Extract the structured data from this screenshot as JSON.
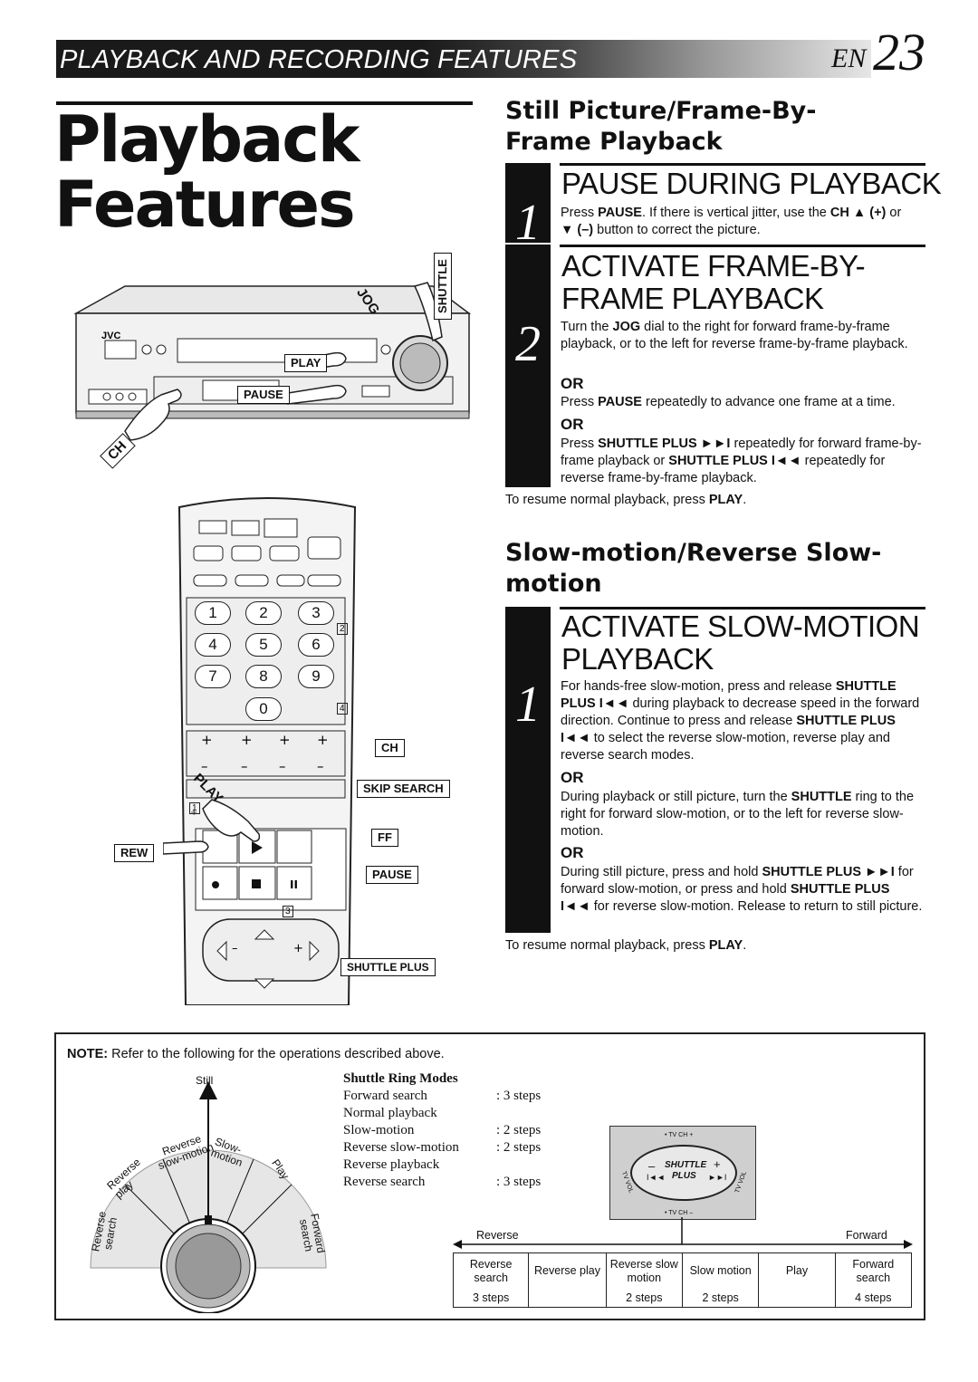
{
  "header": {
    "band_title": "PLAYBACK AND RECORDING FEATURES",
    "page_prefix": "EN",
    "page_number": "23"
  },
  "title": {
    "line1": "Playback",
    "line2": "Features"
  },
  "vcr_labels": {
    "jog": "JOG",
    "shuttle": "SHUTTLE",
    "play": "PLAY",
    "pause": "PAUSE",
    "ch": "CH",
    "brand": "JVC"
  },
  "remote_labels": {
    "ch": "CH",
    "skip_search": "SKIP SEARCH",
    "ff": "FF",
    "rew": "REW",
    "pause": "PAUSE",
    "shuttle_plus": "SHUTTLE PLUS",
    "play": "PLAY",
    "keys": [
      "1",
      "2",
      "3",
      "4",
      "5",
      "6",
      "7",
      "8",
      "9",
      "0"
    ],
    "markers": [
      "2",
      "4",
      "1",
      "3"
    ]
  },
  "section1": {
    "heading_line1": "Still Picture/Frame-By-",
    "heading_line2": "Frame Playback",
    "step1": {
      "number": "1",
      "title": "PAUSE DURING PLAYBACK",
      "text_a": "Press ",
      "text_b": "PAUSE",
      "text_c": ". If there is vertical jitter, use the ",
      "text_d": "CH ▲ (+)",
      "text_e": " or",
      "text_f": "▼ (–)",
      "text_g": " button to correct the picture."
    },
    "step2": {
      "number": "2",
      "title_line1": "ACTIVATE FRAME-BY-",
      "title_line2": "FRAME PLAYBACK",
      "p1_a": "Turn the ",
      "p1_b": "JOG",
      "p1_c": " dial to the right for forward frame-by-frame playback, or to the left for reverse frame-by-frame playback.",
      "or1": "OR",
      "p2_a": "Press ",
      "p2_b": "PAUSE",
      "p2_c": " repeatedly to advance one frame at a time.",
      "or2": "OR",
      "p3_a": "Press ",
      "p3_b": "SHUTTLE PLUS ►►I",
      "p3_c": " repeatedly for forward frame-by-frame playback or ",
      "p3_d": "SHUTTLE PLUS I◄◄",
      "p3_e": " repeatedly for reverse frame-by-frame playback."
    },
    "resume_a": "To resume normal playback, press ",
    "resume_b": "PLAY",
    "resume_c": "."
  },
  "section2": {
    "heading_line1": "Slow-motion/Reverse Slow-",
    "heading_line2": "motion",
    "step1": {
      "number": "1",
      "title_line1": "ACTIVATE SLOW-MOTION",
      "title_line2": "PLAYBACK",
      "p1_a": "For hands-free slow-motion, press and release ",
      "p1_b": "SHUTTLE PLUS I◄◄",
      "p1_c": " during playback to decrease speed in the forward direction. Continue to press and release ",
      "p1_d": "SHUTTLE PLUS I◄◄",
      "p1_e": " to select the reverse slow-motion, reverse play and reverse search modes.",
      "or1": "OR",
      "p2_a": "During playback or still picture, turn the ",
      "p2_b": "SHUTTLE",
      "p2_c": " ring to the right for forward slow-motion, or to the left for reverse slow-motion.",
      "or2": "OR",
      "p3_a": "During still picture, press and hold ",
      "p3_b": "SHUTTLE PLUS ►►I",
      "p3_c": " for forward slow-motion, or press and hold ",
      "p3_d": "SHUTTLE PLUS I◄◄",
      "p3_e": " for reverse slow-motion. Release to return to still picture."
    },
    "resume_a": "To resume normal playback, press ",
    "resume_b": "PLAY",
    "resume_c": "."
  },
  "note": {
    "label": "NOTE:",
    "text": " Refer to the following for the operations described above.",
    "dial_labels": {
      "still": "Still",
      "reverse_slow_motion": "Reverse slow-motion",
      "slow_motion": "Slow-motion",
      "reverse_play": "Reverse play",
      "play": "Play",
      "reverse_search": "Reverse search",
      "forward_search": "Forward search"
    },
    "shuttle_modes_heading": "Shuttle Ring Modes",
    "modes": [
      {
        "name": "Forward search",
        "steps": ": 3 steps"
      },
      {
        "name": "Normal playback",
        "steps": ""
      },
      {
        "name": "Slow-motion",
        "steps": ": 2 steps"
      },
      {
        "name": "Reverse slow-motion",
        "steps": ": 2 steps"
      },
      {
        "name": "Reverse playback",
        "steps": ""
      },
      {
        "name": "Reverse search",
        "steps": ": 3 steps"
      }
    ],
    "button_panel": {
      "top": "• TV CH +",
      "bottom": "• TV CH –",
      "left": "TV VOL",
      "right": "TV VOL",
      "shuttle": "SHUTTLE",
      "plus": "PLUS"
    },
    "direction_left": "Reverse",
    "direction_right": "Forward",
    "table": [
      {
        "mode": "Reverse search",
        "steps": "3 steps"
      },
      {
        "mode": "Reverse play",
        "steps": ""
      },
      {
        "mode": "Reverse slow motion",
        "steps": "2 steps"
      },
      {
        "mode": "Slow motion",
        "steps": "2 steps"
      },
      {
        "mode": "Play",
        "steps": ""
      },
      {
        "mode": "Forward search",
        "steps": "4 steps"
      }
    ]
  }
}
